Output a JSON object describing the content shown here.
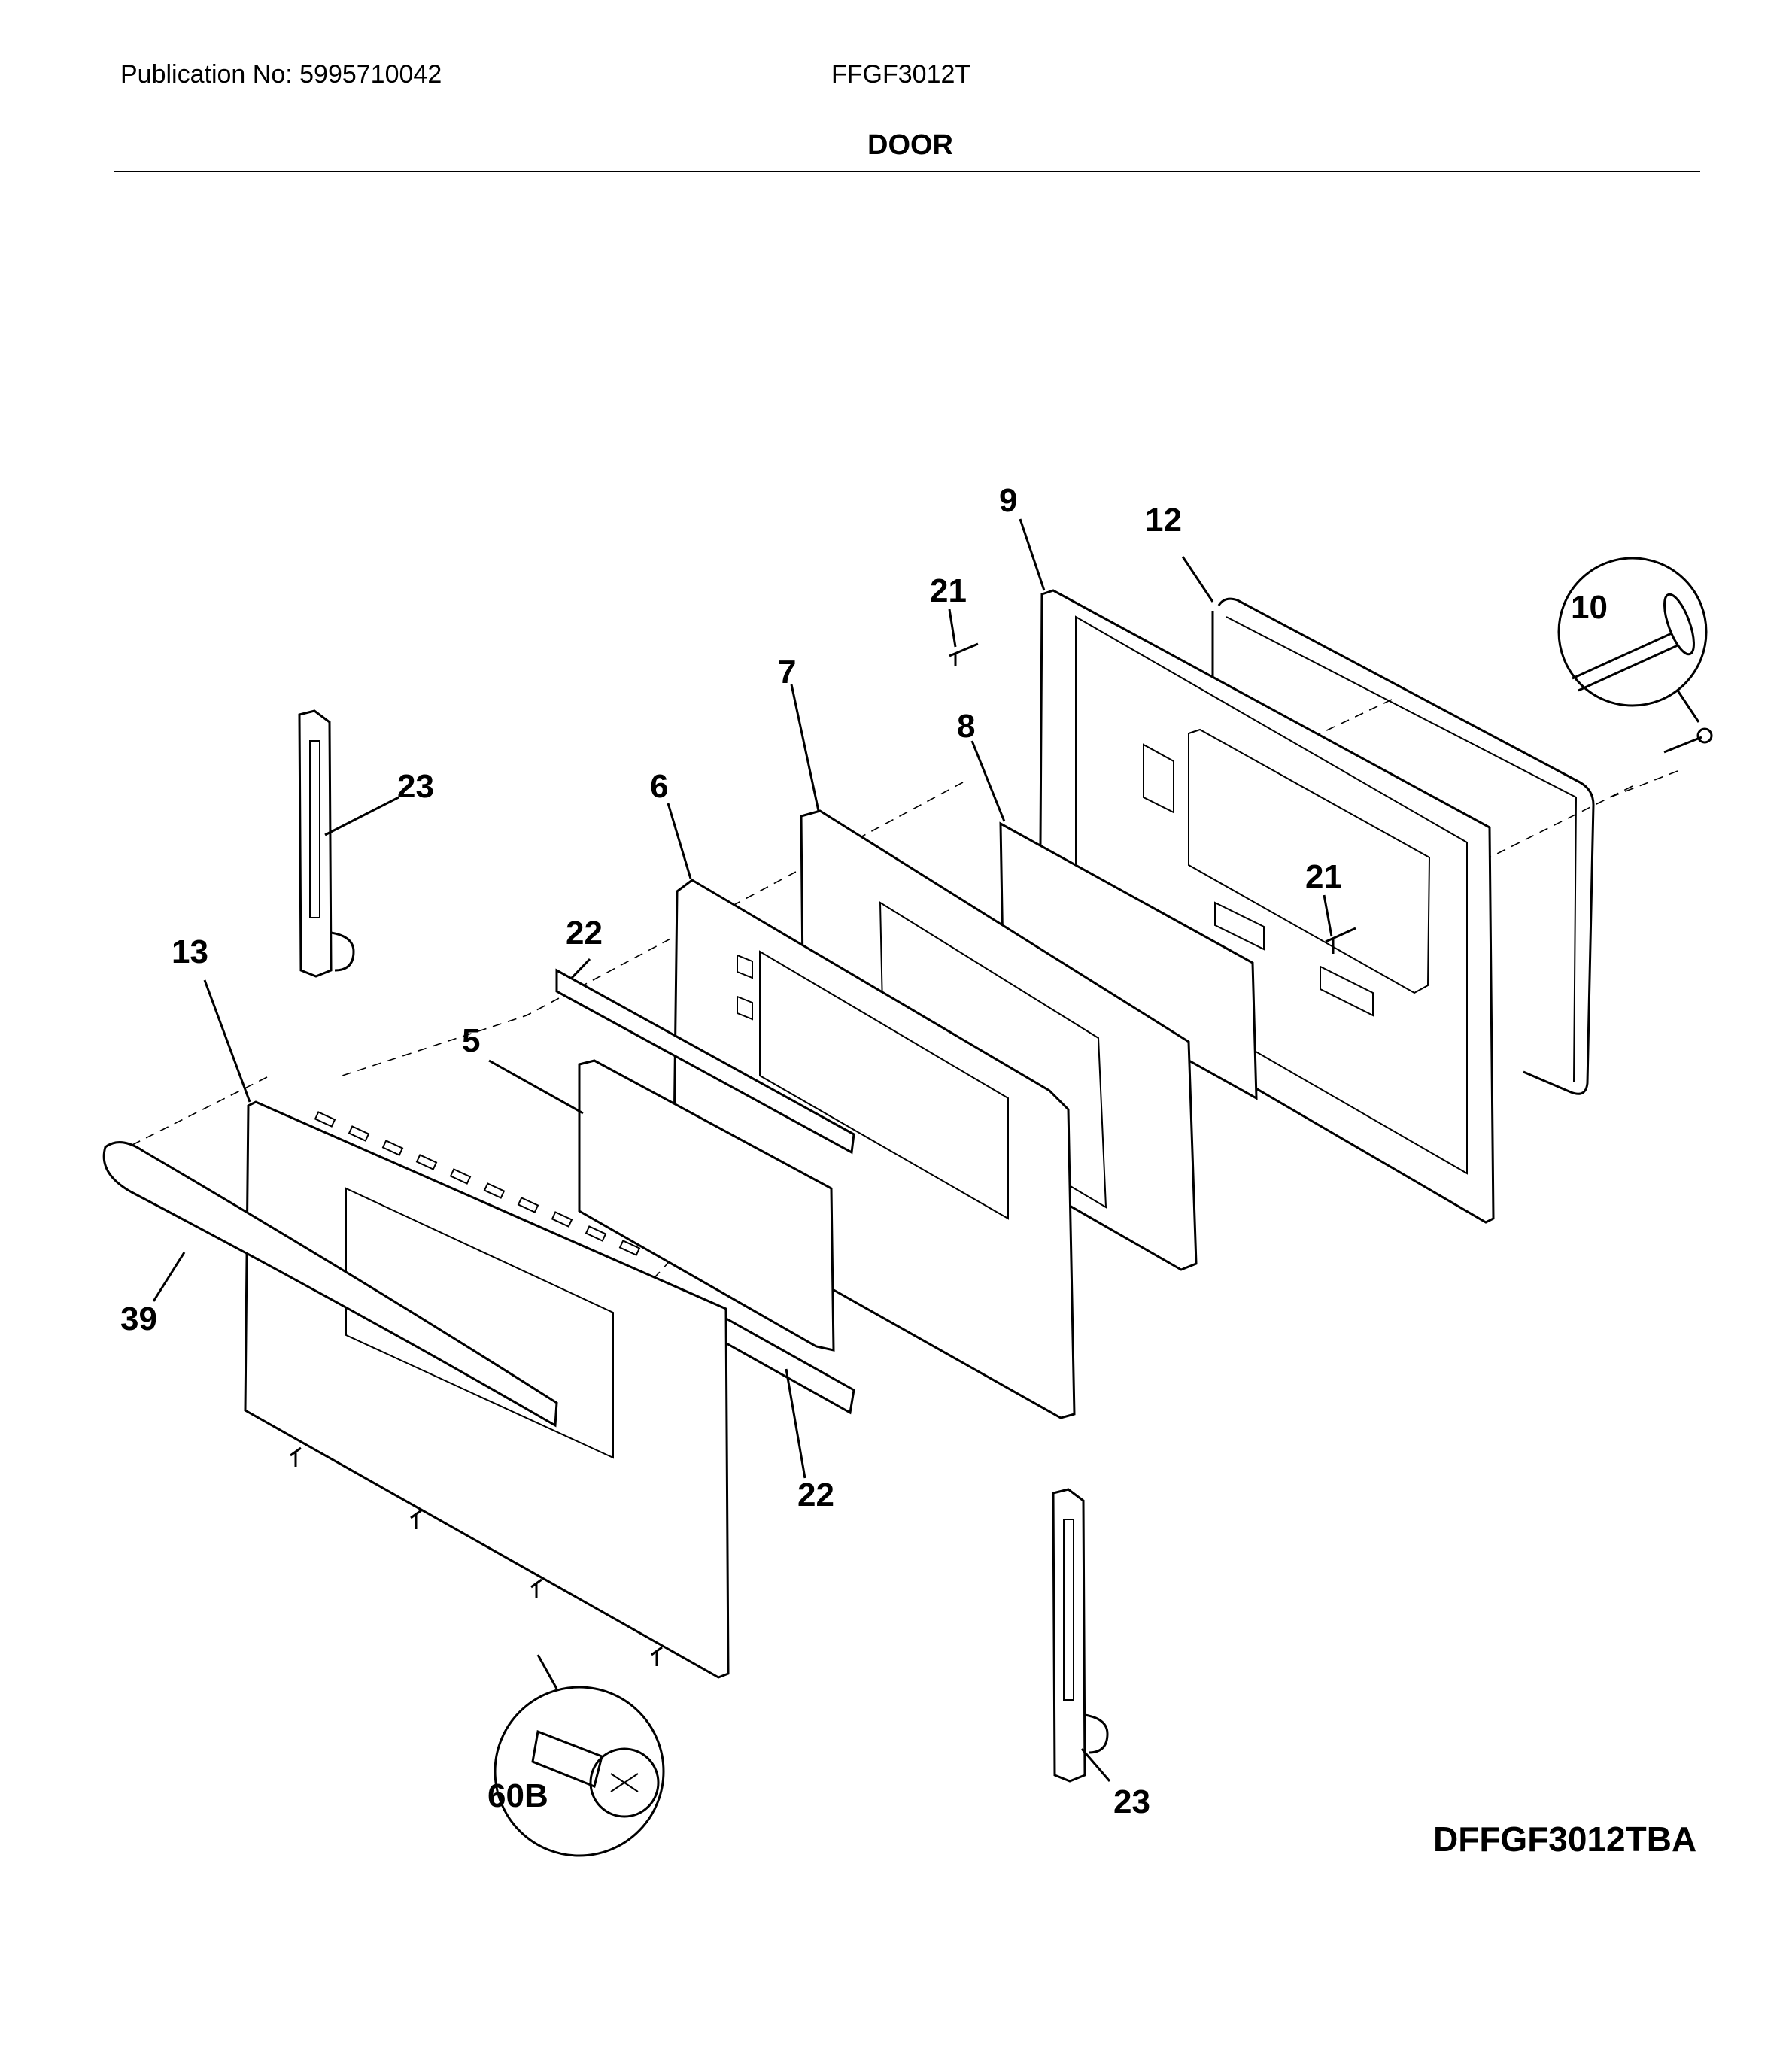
{
  "header": {
    "publication": "Publication No: 5995710042",
    "model": "FFGF3012T",
    "title": "DOOR"
  },
  "diagram_code": "DFFGF3012TBA",
  "callouts": [
    "9",
    "12",
    "21",
    "10",
    "7",
    "8",
    "21",
    "23",
    "6",
    "22",
    "13",
    "5",
    "39",
    "22",
    "23",
    "60B"
  ]
}
